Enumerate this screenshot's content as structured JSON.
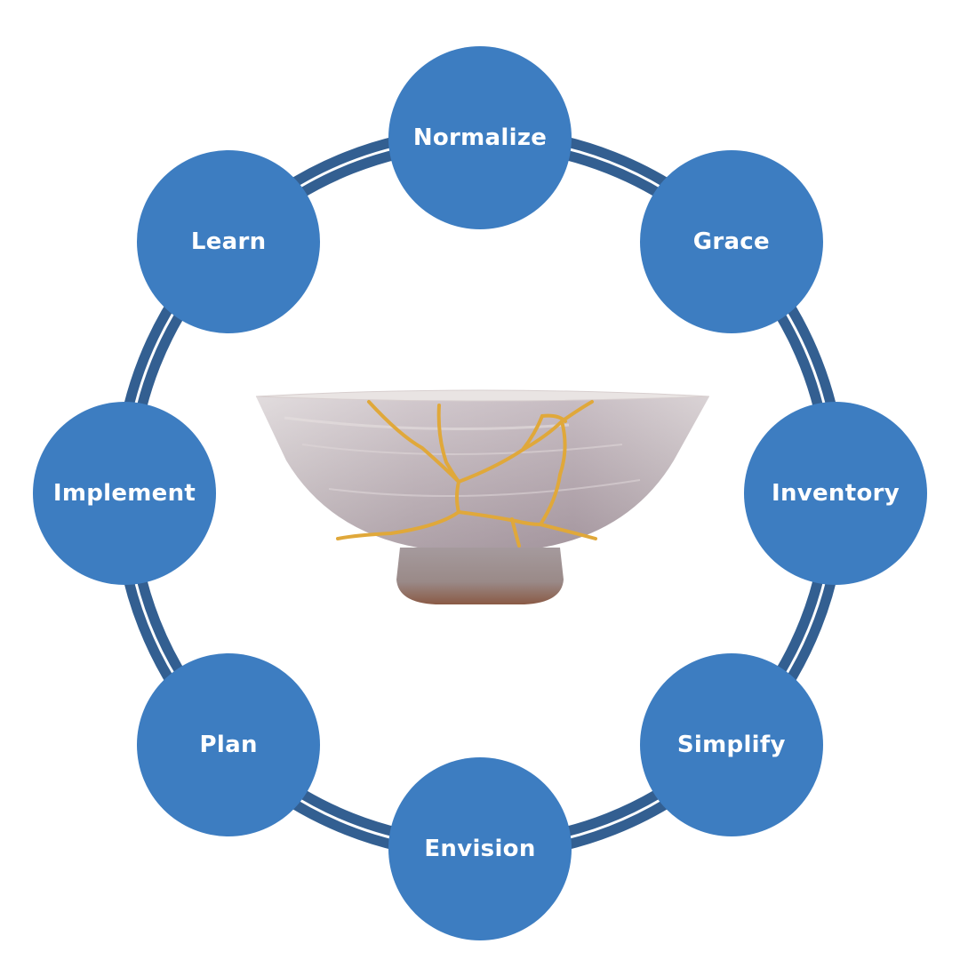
{
  "diagram": {
    "colors": {
      "node_fill": "#3d7dc1",
      "ring": "#335f91",
      "arrow": "#ffffff",
      "node_text": "#ffffff",
      "kintsugi_gold": "#e0a83a"
    },
    "nodes": [
      {
        "id": "normalize",
        "label": "Normalize"
      },
      {
        "id": "grace",
        "label": "Grace"
      },
      {
        "id": "inventory",
        "label": "Inventory"
      },
      {
        "id": "simplify",
        "label": "Simplify"
      },
      {
        "id": "envision",
        "label": "Envision"
      },
      {
        "id": "plan",
        "label": "Plan"
      },
      {
        "id": "implement",
        "label": "Implement"
      },
      {
        "id": "learn",
        "label": "Learn"
      }
    ],
    "flow_direction": "clockwise",
    "center_image": "kintsugi-bowl"
  }
}
